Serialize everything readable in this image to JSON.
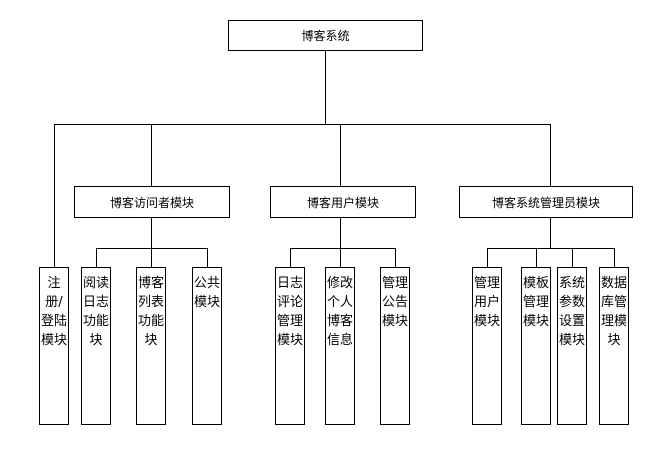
{
  "root": {
    "label": "博客系统"
  },
  "modules": [
    {
      "label": "博客访问者模块",
      "children": [
        {
          "label": "阅读日志功能块"
        },
        {
          "label": "博客列表功能块"
        },
        {
          "label": "公共模块"
        }
      ]
    },
    {
      "label": "博客用户模块",
      "children": [
        {
          "label": "日志评论管理模块"
        },
        {
          "label": "修改个人博客信息"
        },
        {
          "label": "管理公告模块"
        }
      ]
    },
    {
      "label": "博客系统管理员模块",
      "children": [
        {
          "label": "管理用户模块"
        },
        {
          "label": "模板管理模块"
        },
        {
          "label": "系统参数设置模块"
        },
        {
          "label": "数据库管理模块"
        }
      ]
    }
  ],
  "standalone": {
    "label": "注册/登陆模块"
  }
}
